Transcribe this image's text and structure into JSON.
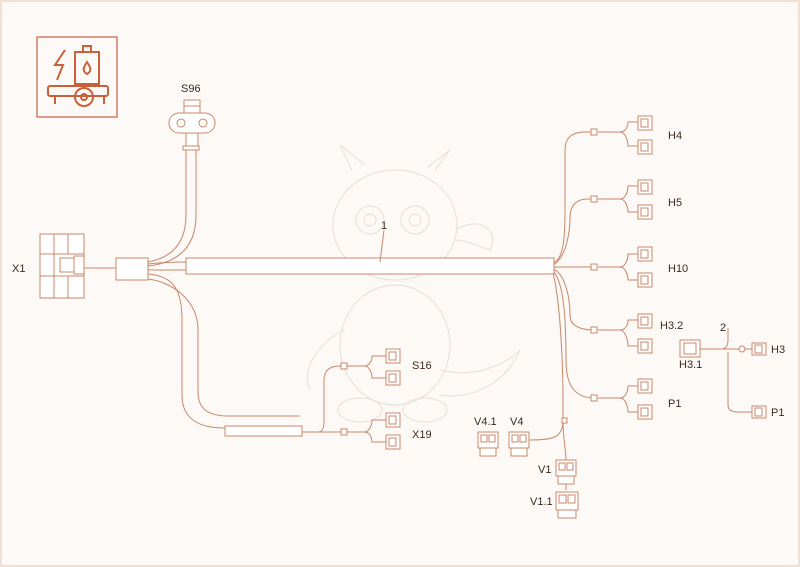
{
  "colors": {
    "line": "#c9876a",
    "accent": "#c9603a",
    "background": "#fdf9f6",
    "text": "#3a2a22"
  },
  "logo": {
    "icon": "electric-fuel-pump-icon"
  },
  "labels": {
    "x1": "X1",
    "s96": "S96",
    "cable1": "1",
    "cable2": "2",
    "h4": "H4",
    "h5": "H5",
    "h10": "H10",
    "h3_2": "H3.2",
    "p1": "P1",
    "s16": "S16",
    "x19": "X19",
    "v4_1": "V4.1",
    "v4": "V4",
    "v1": "V1",
    "v1_1": "V1.1",
    "h3_1": "H3.1",
    "h3": "H3",
    "p1_b": "P1"
  }
}
